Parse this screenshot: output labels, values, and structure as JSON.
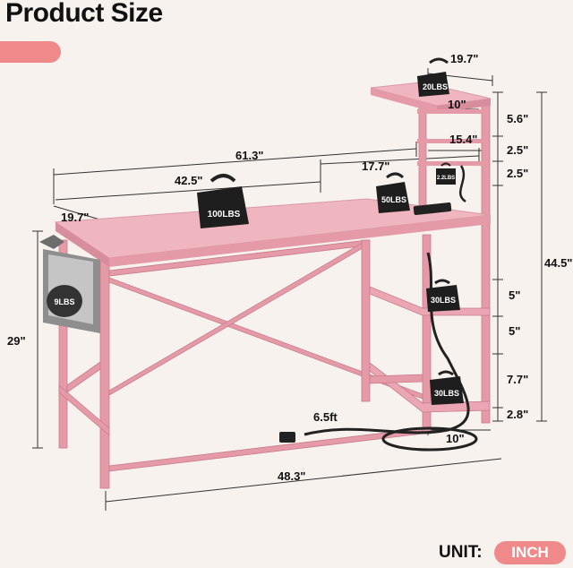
{
  "title": "Product Size",
  "dimensions": {
    "total_width": "61.3\"",
    "desk_width": "42.5\"",
    "shelf_span": "17.7\"",
    "shelf_top_width": "19.7\"",
    "shelf_top_depth": "10\"",
    "desk_depth": "19.7\"",
    "inner_width": "15.4\"",
    "top_gap": "5.6\"",
    "gap_a": "2.5\"",
    "gap_b": "2.5\"",
    "total_height": "44.5\"",
    "desk_height": "29\"",
    "shelf_gap_a": "5\"",
    "shelf_gap_b": "5\"",
    "shelf_gap_c": "7.7\"",
    "bottom_gap": "2.8\"",
    "bottom_depth": "10\"",
    "base_width": "48.3\"",
    "cord_length": "6.5ft"
  },
  "weights": {
    "top_shelf": "20LBS",
    "desk_main": "100LBS",
    "desk_side": "50LBS",
    "hook": "2.2LBS",
    "shelf_mid": "30LBS",
    "shelf_bottom": "30LBS",
    "bag": "9LBS"
  },
  "unit": {
    "label": "UNIT:",
    "value": "INCH"
  },
  "colors": {
    "desk_pink": "#f0b6bf",
    "frame_pink": "#e59aa8",
    "accent": "#f08a8a"
  }
}
